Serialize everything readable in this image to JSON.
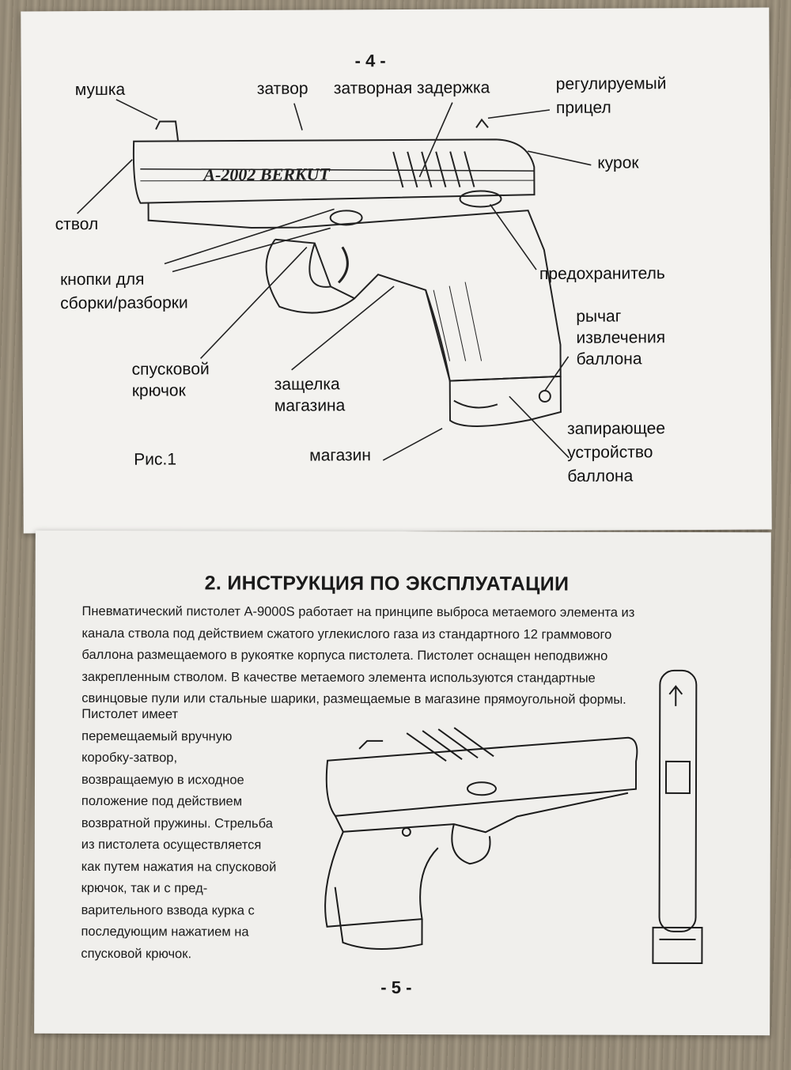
{
  "page_top": {
    "page_number": "- 4 -",
    "labels": {
      "mushka": "мушка",
      "zatvor": "затвор",
      "zaderzhka": "затворная задержка",
      "pritsel_1": "регулируемый",
      "pritsel_2": "прицел",
      "kurok": "курок",
      "stvol": "ствол",
      "knopki_1": "кнопки для",
      "knopki_2": "сборки/разборки",
      "predohranitel": "предохранитель",
      "rychag_1": "рычаг",
      "rychag_2": "извлечения",
      "rychag_3": "баллона",
      "spusk_1": "спусковой",
      "spusk_2": "крючок",
      "zashchelka_1": "защелка",
      "zashchelka_2": "магазина",
      "zapir_1": "запирающее",
      "zapir_2": "устройство",
      "zapir_3": "баллона",
      "ris": "Рис.1",
      "magazin": "магазин"
    },
    "gun_engraving": "A-2002 BERKUT"
  },
  "page_bottom": {
    "title": "2. ИНСТРУКЦИЯ ПО ЭКСПЛУАТАЦИИ",
    "paragraph_lines": [
      "Пневматический пистолет А-9000S работает на принципе выброса метаемого элемента из",
      "канала ствола под действием сжатого углекислого газа из стандартного 12 граммового",
      "баллона размещаемого в рукоятке корпуса пистолета. Пистолет оснащен неподвижно",
      "закрепленным стволом. В качестве метаемого элемента используются стандартные",
      "свинцовые пули или стальные шарики, размещаемые в магазине прямоугольной формы."
    ],
    "narrow_lines": [
      "Пистолет имеет",
      "перемещаемый вручную",
      "коробку-затвор,",
      "возвращаемую   в   исходное",
      "положение   под   действием",
      "возвратной пружины. Стрельба",
      "из пистолета осуществляется",
      "как путем нажатия на спусковой",
      "крючок,   так   и   с   пред-",
      "варительного взвода курка с",
      "последующим   нажатием   на",
      "спусковой крючок."
    ],
    "page_number": "- 5 -"
  }
}
